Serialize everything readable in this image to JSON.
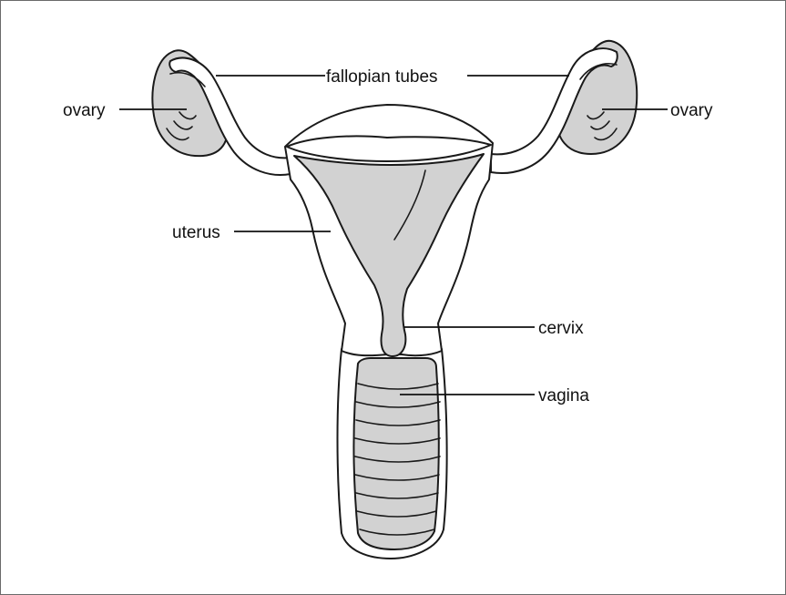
{
  "labels": {
    "fallopian_tubes": "fallopian tubes",
    "ovary_left": "ovary",
    "ovary_right": "ovary",
    "uterus": "uterus",
    "cervix": "cervix",
    "vagina": "vagina"
  },
  "colors": {
    "outline": "#1a1a1a",
    "shading": "#d2d2d2",
    "background": "#ffffff"
  }
}
